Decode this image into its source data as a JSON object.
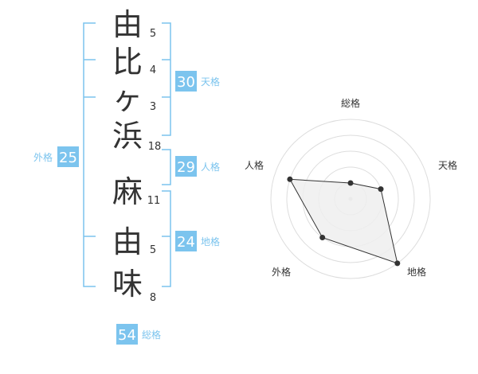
{
  "name": {
    "surname": [
      {
        "char": "由",
        "strokes": "5"
      },
      {
        "char": "比",
        "strokes": "4"
      },
      {
        "char": "ヶ",
        "strokes": "3"
      },
      {
        "char": "浜",
        "strokes": "18"
      }
    ],
    "given": [
      {
        "char": "麻",
        "strokes": "11"
      },
      {
        "char": "由",
        "strokes": "5"
      },
      {
        "char": "味",
        "strokes": "8"
      }
    ]
  },
  "fortunes": {
    "tenkaku": {
      "value": "30",
      "label": "天格"
    },
    "jinkaku": {
      "value": "29",
      "label": "人格"
    },
    "chikaku": {
      "value": "24",
      "label": "地格"
    },
    "gaikaku": {
      "value": "25",
      "label": "外格"
    },
    "soukaku": {
      "value": "54",
      "label": "総格"
    }
  },
  "chart_data": {
    "type": "radar",
    "axes": [
      "総格",
      "天格",
      "地格",
      "外格",
      "人格"
    ],
    "values": [
      1,
      2,
      5,
      3,
      4
    ],
    "scale": {
      "min": 0,
      "max": 5,
      "rings": 5
    },
    "colors": {
      "fill": "#eeeeee",
      "line": "#333333",
      "grid": "#dddddd",
      "point": "#333333"
    }
  },
  "colors": {
    "accent": "#7cc4ee",
    "accent_text": "#ffffff",
    "label_text": "#7cc4ee",
    "char_text": "#333333",
    "stroke_text": "#333333"
  }
}
